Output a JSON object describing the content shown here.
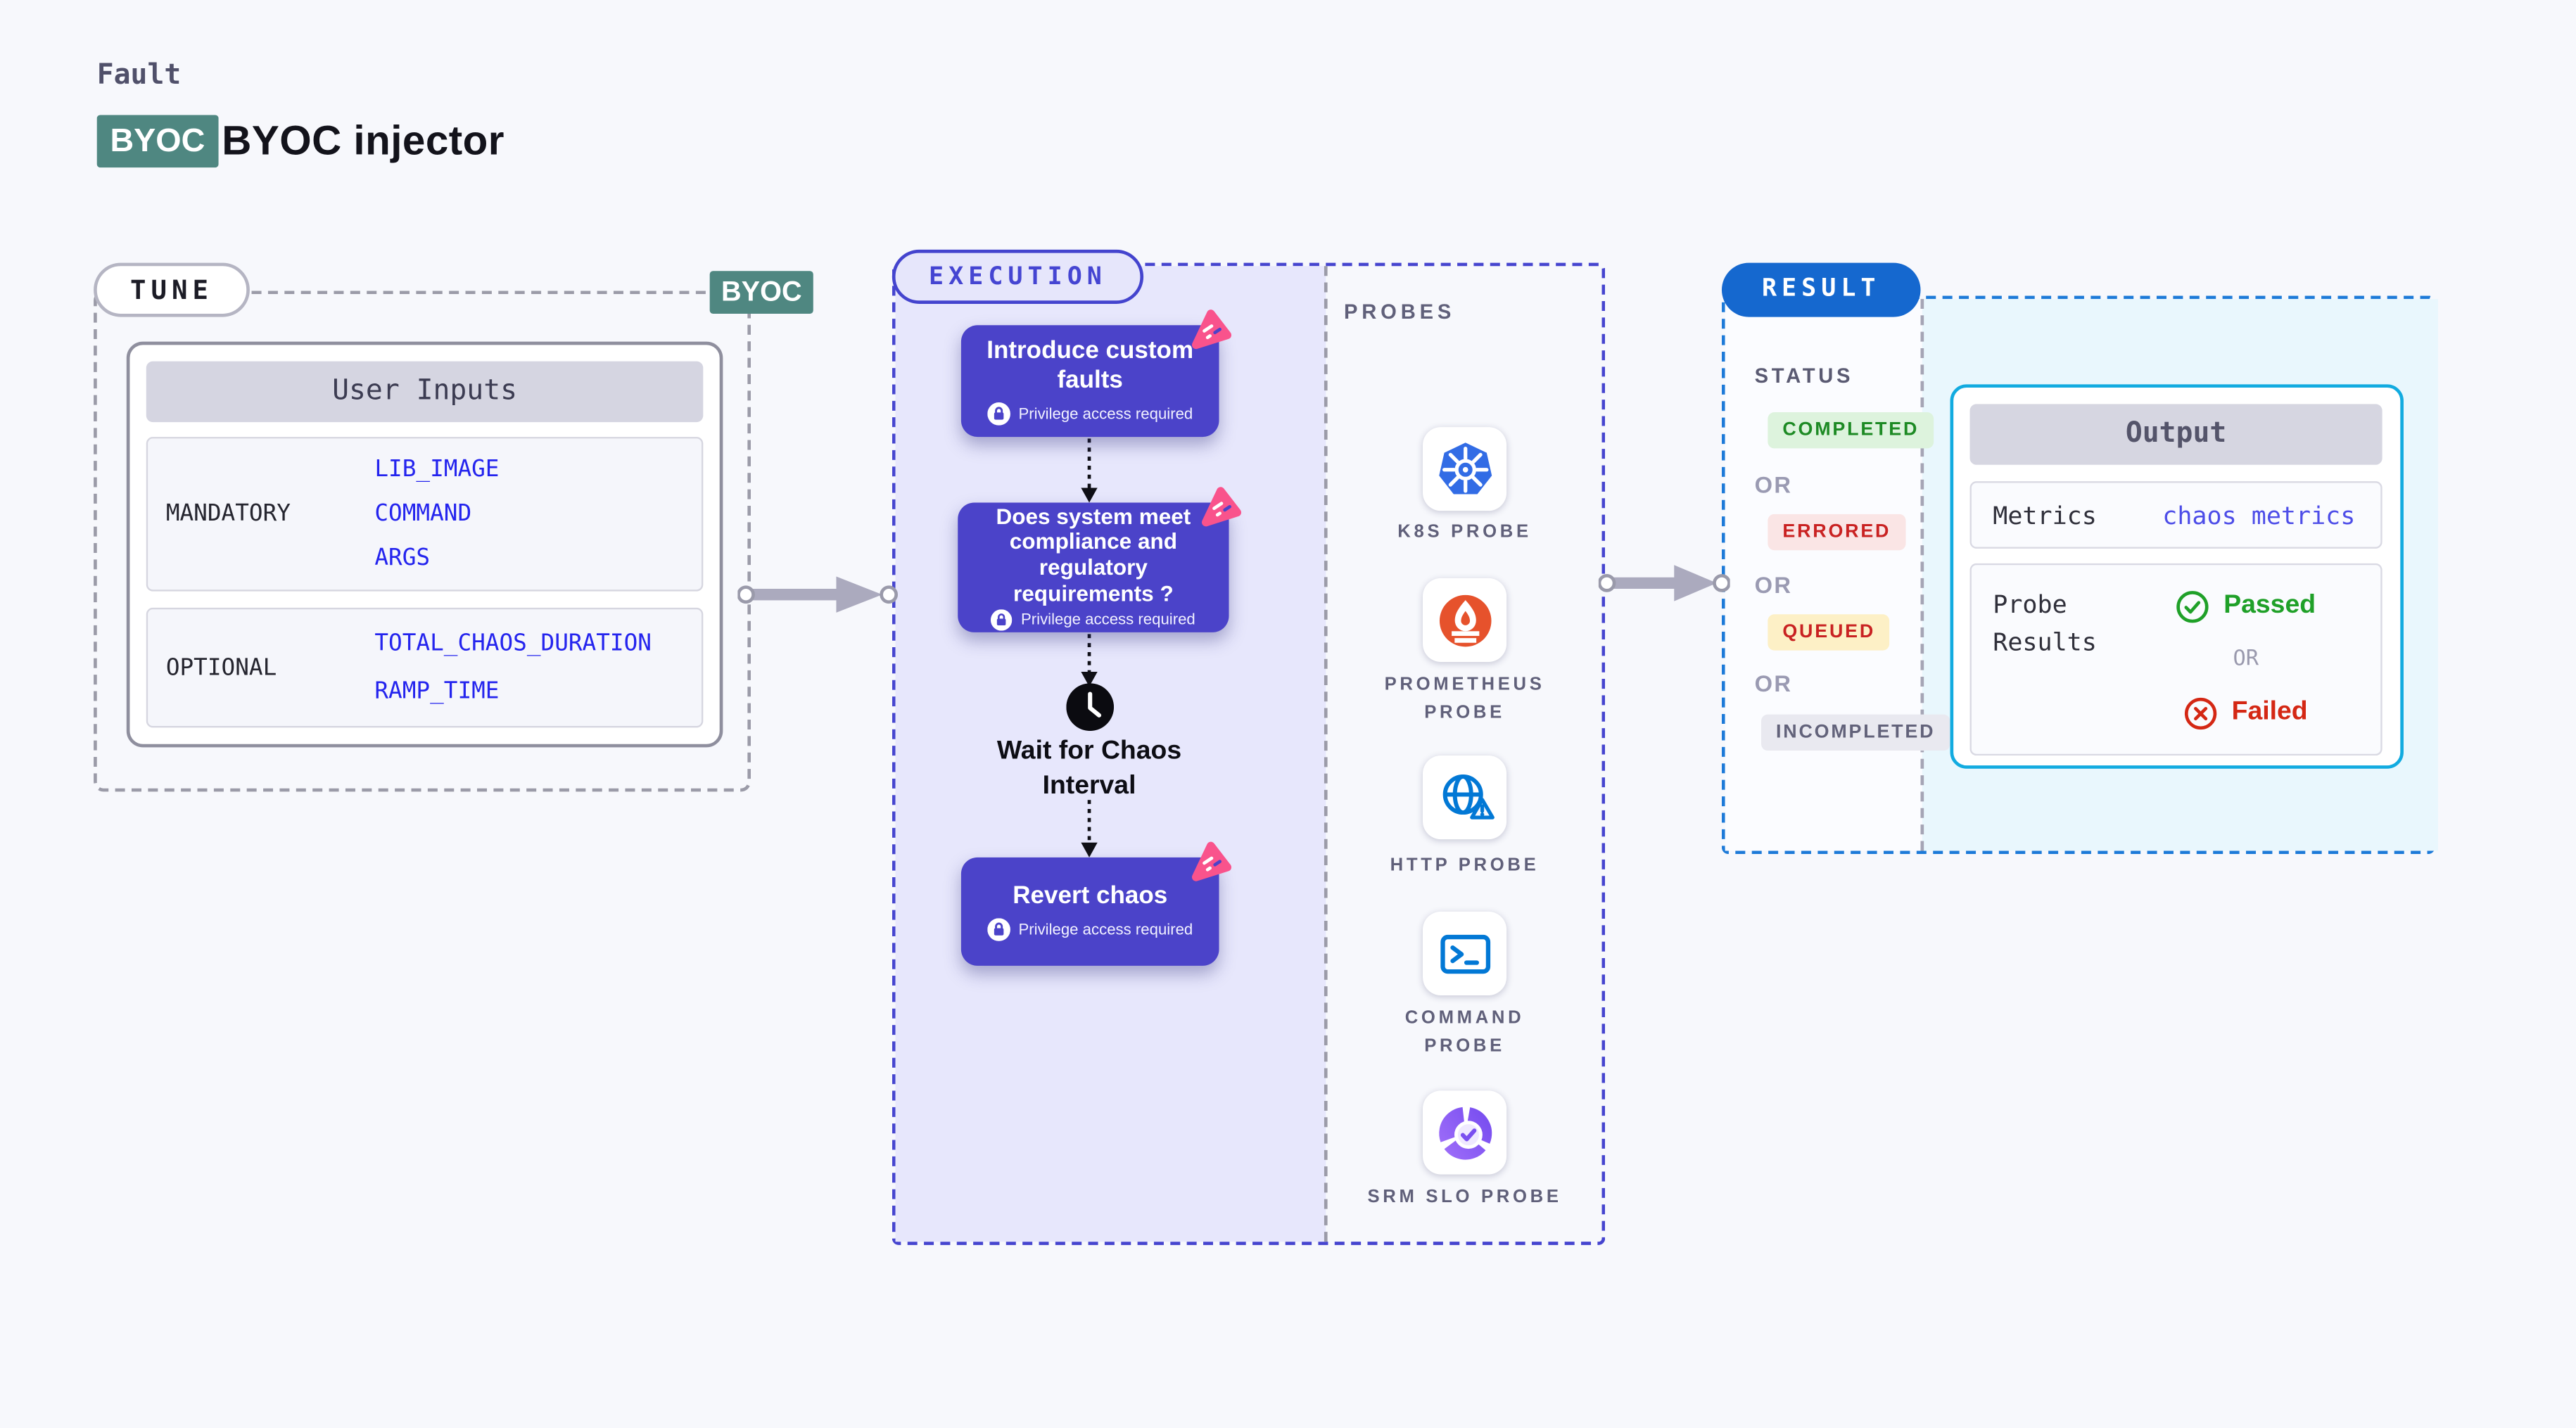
{
  "header": {
    "kicker": "Fault",
    "badge": "BYOC",
    "title": "BYOC injector"
  },
  "colors": {
    "teal": "#4f8781",
    "card_purple": "#4b43c9",
    "exec_indigo": "#4645cf",
    "result_blue": "#1568cf",
    "output_cyan": "#12abe0",
    "value_blue": "#2424ee",
    "passed_green": "#1fa028",
    "failed_red": "#d42714"
  },
  "tune": {
    "pill": "TUNE",
    "corner_badge": "BYOC",
    "table": {
      "header": "User Inputs",
      "rows": [
        {
          "label": "MANDATORY",
          "values": [
            "LIB_IMAGE",
            "COMMAND",
            "ARGS"
          ]
        },
        {
          "label": "OPTIONAL",
          "values": [
            "TOTAL_CHAOS_DURATION",
            "RAMP_TIME"
          ]
        }
      ]
    }
  },
  "execution": {
    "pill": "EXECUTION",
    "steps": [
      {
        "title": "Introduce custom faults",
        "note": "Privilege access required"
      },
      {
        "title": "Does system meet compliance and regulatory requirements ?",
        "note": "Privilege access required"
      },
      {
        "title": "Wait for Chaos Interval",
        "icon": "clock-icon"
      },
      {
        "title": "Revert chaos",
        "note": "Privilege access required"
      }
    ]
  },
  "probes": {
    "label": "PROBES",
    "items": [
      {
        "name": "K8S PROBE",
        "icon": "kubernetes-icon"
      },
      {
        "name": "PROMETHEUS PROBE",
        "icon": "prometheus-icon"
      },
      {
        "name": "HTTP PROBE",
        "icon": "globe-warning-icon"
      },
      {
        "name": "COMMAND PROBE",
        "icon": "terminal-icon"
      },
      {
        "name": "SRM SLO PROBE",
        "icon": "slo-donut-icon"
      }
    ]
  },
  "result": {
    "pill": "RESULT",
    "status_label": "STATUS",
    "or_label": "OR",
    "statuses": [
      {
        "label": "COMPLETED",
        "bg": "#ddf3dd",
        "color": "#1d8a24"
      },
      {
        "label": "ERRORED",
        "bg": "#fae5e5",
        "color": "#c92222"
      },
      {
        "label": "QUEUED",
        "bg": "#fdf0c6",
        "color": "#c92222"
      },
      {
        "label": "INCOMPLETED",
        "bg": "#e9e9f0",
        "color": "#62627a"
      }
    ],
    "output": {
      "header": "Output",
      "metrics_label": "Metrics",
      "metrics_value": "chaos metrics",
      "probe_results_label": "Probe Results",
      "passed": "Passed",
      "or": "OR",
      "failed": "Failed"
    }
  }
}
